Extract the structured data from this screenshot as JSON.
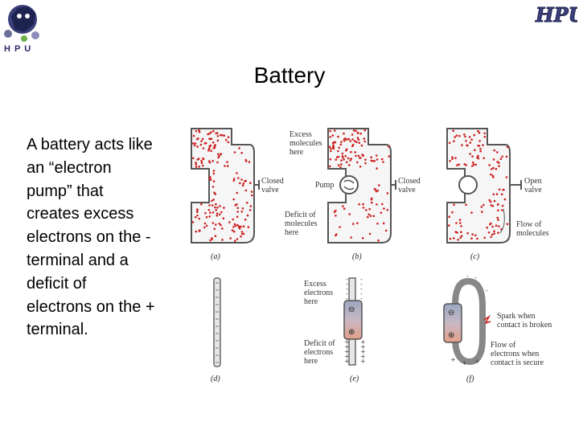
{
  "slide": {
    "title": "Battery",
    "body": "A battery acts like an “electron pump” that creates excess electrons on the - terminal and a deficit of electrons on the + terminal."
  },
  "logos": {
    "left_text": "HPU",
    "right_text": "HPU"
  },
  "figure": {
    "a": {
      "caption": "(a)",
      "valve_label": "Closed\nvalve"
    },
    "b": {
      "caption": "(b)",
      "excess_label": "Excess\nmolecules\nhere",
      "pump_label": "Pump",
      "valve_label": "Closed\nvalve",
      "deficit_label": "Deficit of\nmolecules\nhere"
    },
    "c": {
      "caption": "(c)",
      "valve_label": "Open\nvalve",
      "flow_label": "Flow of\nmolecules"
    },
    "d": {
      "caption": "(d)"
    },
    "e": {
      "caption": "(e)",
      "excess_label": "Excess\nelectrons\nhere",
      "deficit_label": "Deficit of\nelectrons\nhere",
      "minus": "⊖",
      "plus": "⊕"
    },
    "f": {
      "caption": "(f)",
      "spark_label": "Spark when\ncontact is broken",
      "flow_label": "Flow of\nelectrons when\ncontact is secure",
      "minus": "⊖",
      "plus": "⊕"
    }
  },
  "colors": {
    "dots": "#cc2222",
    "pipe_outline": "#555555",
    "battery_top": "#9aa8c0",
    "battery_bottom": "#e2a08a"
  }
}
